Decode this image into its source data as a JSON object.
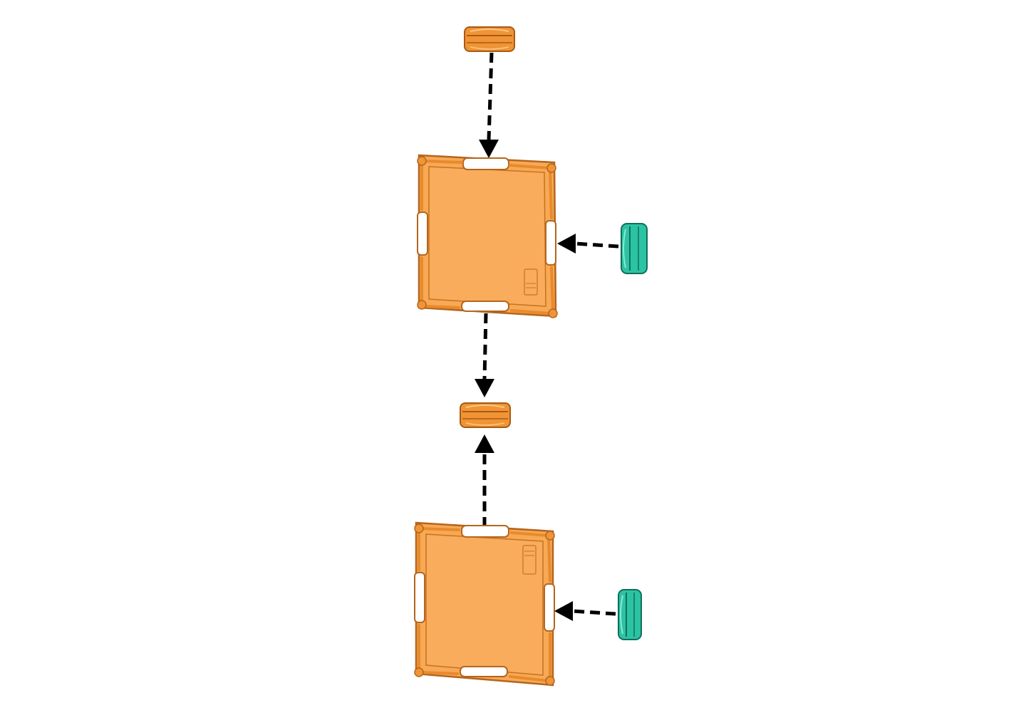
{
  "diagram": {
    "kind": "assembly-instruction",
    "colors": {
      "background": "#ffffff",
      "panel_fill": "#f7a955",
      "panel_frame": "#f19a3e",
      "panel_outline": "#b5651d",
      "clip_orange": "#f09435",
      "clip_orange_dark": "#a85a14",
      "clip_teal": "#2cc3a3",
      "clip_teal_dark": "#0f6f5c",
      "arrow": "#000000"
    },
    "parts": [
      {
        "id": "top-orange-clip",
        "type": "orange-connector-clip"
      },
      {
        "id": "upper-panel",
        "type": "square-panel"
      },
      {
        "id": "upper-teal-clip",
        "type": "teal-side-clip"
      },
      {
        "id": "middle-orange-clip",
        "type": "orange-connector-clip"
      },
      {
        "id": "lower-panel",
        "type": "square-panel"
      },
      {
        "id": "lower-teal-clip",
        "type": "teal-side-clip"
      }
    ],
    "steps": [
      {
        "from": "top-orange-clip",
        "to": "upper-panel",
        "direction": "down"
      },
      {
        "from": "upper-teal-clip",
        "to": "upper-panel",
        "direction": "left"
      },
      {
        "from": "upper-panel",
        "to": "middle-orange-clip",
        "direction": "down"
      },
      {
        "from": "lower-panel",
        "to": "middle-orange-clip",
        "direction": "up"
      },
      {
        "from": "lower-teal-clip",
        "to": "lower-panel",
        "direction": "left"
      }
    ]
  }
}
